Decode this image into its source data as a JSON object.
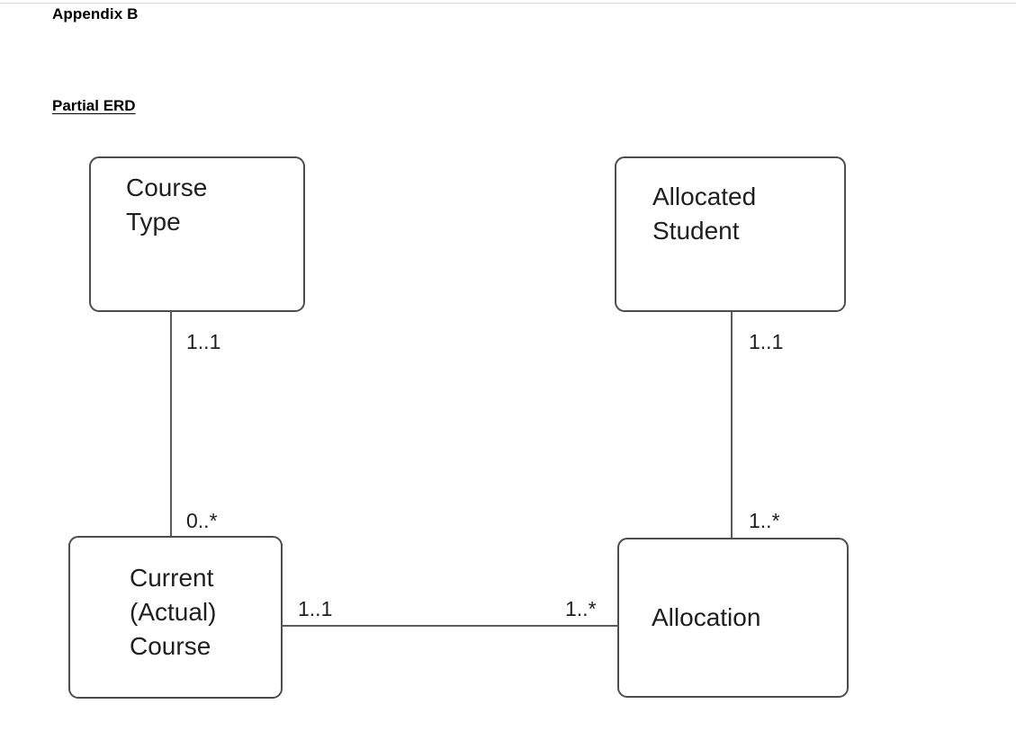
{
  "document": {
    "appendix_title": "Appendix B",
    "section_title": "Partial ERD"
  },
  "diagram": {
    "type": "entity-relationship-diagram",
    "entities": [
      {
        "id": "course-type",
        "label": "Course\nType"
      },
      {
        "id": "allocated-student",
        "label": "Allocated\nStudent"
      },
      {
        "id": "current-course",
        "label": "Current\n(Actual)\nCourse"
      },
      {
        "id": "allocation",
        "label": "Allocation"
      }
    ],
    "relationships": [
      {
        "id": "coursetype-currentcourse",
        "from": "course-type",
        "to": "current-course",
        "from_cardinality": "1..1",
        "to_cardinality": "0..*"
      },
      {
        "id": "allocatedstudent-allocation",
        "from": "allocated-student",
        "to": "allocation",
        "from_cardinality": "1..1",
        "to_cardinality": "1..*"
      },
      {
        "id": "currentcourse-allocation",
        "from": "current-course",
        "to": "allocation",
        "from_cardinality": "1..1",
        "to_cardinality": "1..*"
      }
    ],
    "colors": {
      "entity_border": "#4d4d4d",
      "entity_fill": "#ffffff",
      "connector": "#5a5a5a",
      "text": "#1f1f1f"
    }
  }
}
